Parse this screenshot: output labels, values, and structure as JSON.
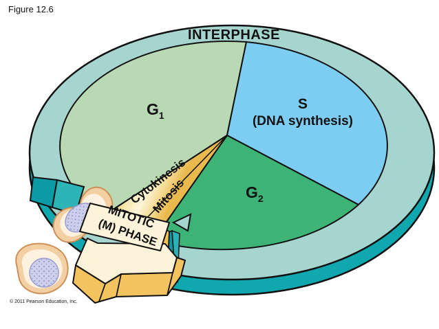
{
  "figure_label": "Figure 12.6",
  "copyright": "© 2011 Pearson Education, Inc.",
  "cycle": {
    "interphase_label": "INTERPHASE",
    "g1": {
      "base": "G",
      "sub": "1"
    },
    "s": {
      "line1": "S",
      "line2": "(DNA synthesis)"
    },
    "g2": {
      "base": "G",
      "sub": "2"
    },
    "m_phase": {
      "line1": "MITOTIC",
      "line2": "(M) PHASE"
    },
    "cytokinesis": "Cytokinesis",
    "mitosis": "Mitosis"
  },
  "colors": {
    "ring_top": "#a6d4cf",
    "ring_side": "#10a7ae",
    "g1": "#b9d9b4",
    "s": "#7dccf2",
    "g2": "#3eb376",
    "arrow_gold": "#f3c35f",
    "arrow_cream": "#fdf3da",
    "cell_body": "#f3d0a4",
    "cell_inner": "#fdf2e0",
    "nucleus": "#ccd0ec",
    "outline": "#111111"
  }
}
